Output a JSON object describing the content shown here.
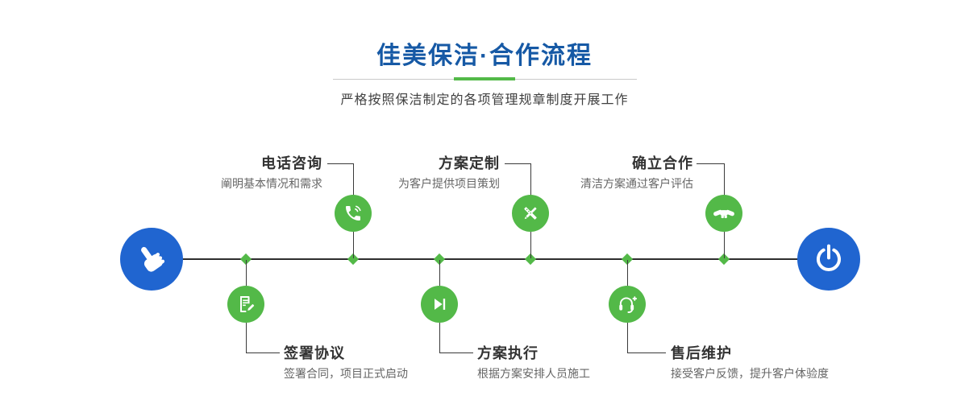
{
  "header": {
    "title": "佳美保洁·合作流程",
    "subtitle": "严格按照保洁制定的各项管理规章制度开展工作"
  },
  "timeline": {
    "start_icon": "pointing-hand-icon",
    "end_icon": "power-icon"
  },
  "steps_top": [
    {
      "title": "电话咨询",
      "desc": "阐明基本情况和需求",
      "icon": "phone-icon"
    },
    {
      "title": "方案定制",
      "desc": "为客户提供项目策划",
      "icon": "pencil-ruler-icon"
    },
    {
      "title": "确立合作",
      "desc": "清洁方案通过客户评估",
      "icon": "handshake-icon"
    }
  ],
  "steps_bottom": [
    {
      "title": "签署协议",
      "desc": "签署合同，项目正式启动",
      "icon": "contract-icon"
    },
    {
      "title": "方案执行",
      "desc": "根据方案安排人员施工",
      "icon": "play-next-icon"
    },
    {
      "title": "售后维护",
      "desc": "接受客户反馈，提升客户体验度",
      "icon": "headset-icon"
    }
  ],
  "colors": {
    "title_blue": "#1659a5",
    "accent_green": "#53b948",
    "circle_blue": "#2065d0",
    "line_dark": "#333333",
    "desc_gray": "#666666"
  }
}
